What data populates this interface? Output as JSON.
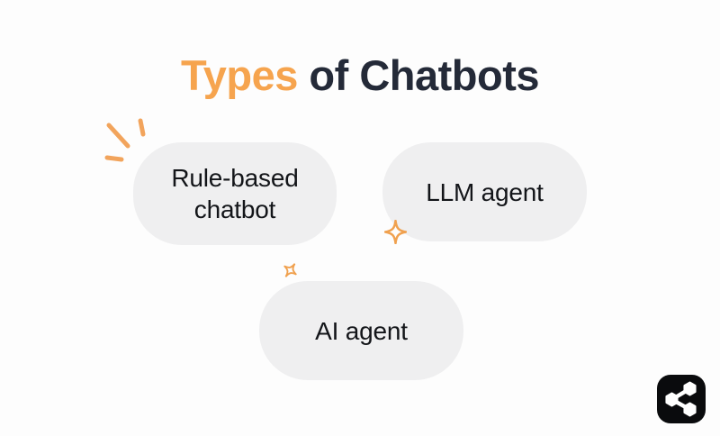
{
  "page": {
    "background_color": "#FDFDFD"
  },
  "title": {
    "highlight": "Types",
    "rest": "of Chatbots",
    "highlight_color": "#F6A44E",
    "text_color": "#242A38"
  },
  "cards": [
    {
      "label": "Rule-based chatbot"
    },
    {
      "label": "LLM agent"
    },
    {
      "label": "AI agent"
    }
  ],
  "decorations": [
    {
      "icon": "burst-lines-icon",
      "color": "#F2A45C",
      "position": "top-left-of-rule-based-card"
    },
    {
      "icon": "sparkle-icon",
      "color": "#F0A14F",
      "position": "bottom-left-of-llm-card"
    },
    {
      "icon": "sparkle-icon",
      "color": "#F0A14F",
      "position": "top-left-of-ai-card"
    }
  ],
  "share_button": {
    "icon": "share-icon",
    "background_color": "#0A0B0D",
    "glyph_color": "#FFFFFF"
  },
  "colors": {
    "accent_orange": "#F6A44E",
    "card_background": "#EFEFF0",
    "card_text": "#131519",
    "title_dark": "#242A38"
  }
}
